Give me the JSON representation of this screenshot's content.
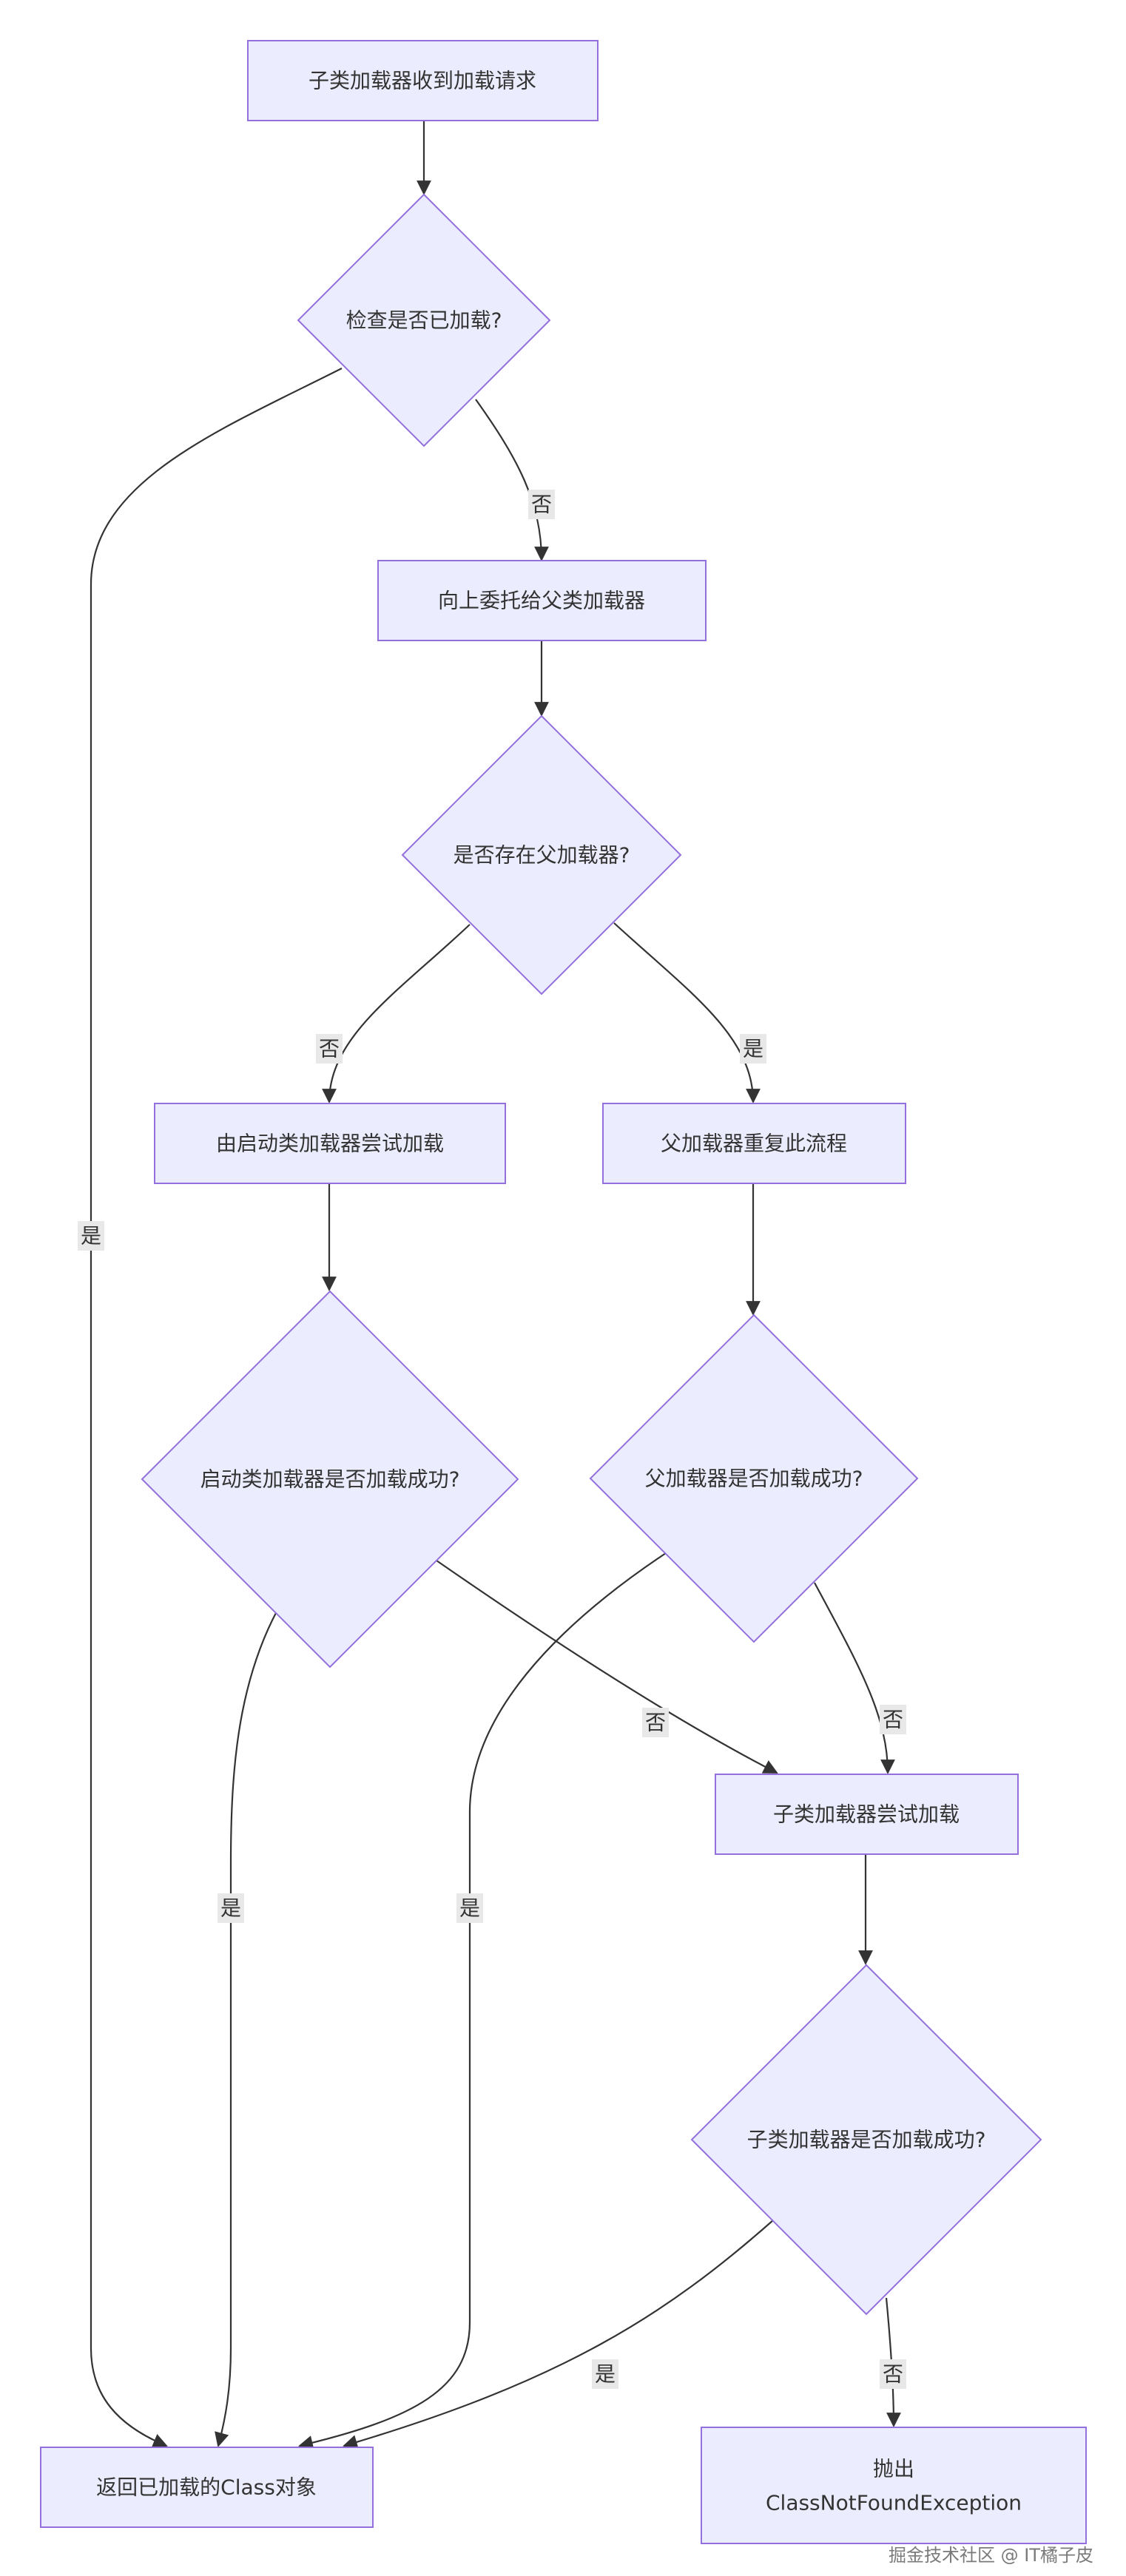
{
  "diagram": {
    "nodes": {
      "receive_request": "子类加载器收到加载请求",
      "check_loaded": "检查是否已加载?",
      "delegate_parent": "向上委托给父类加载器",
      "has_parent": "是否存在父加载器?",
      "bootstrap_try": "由启动类加载器尝试加载",
      "parent_repeat": "父加载器重复此流程",
      "bootstrap_success": "启动类加载器是否加载成功?",
      "parent_success": "父加载器是否加载成功?",
      "child_try": "子类加载器尝试加载",
      "child_success": "子类加载器是否加载成功?",
      "return_class": "返回已加载的Class对象",
      "throw_line1": "抛出",
      "throw_line2": "ClassNotFoundException"
    },
    "edge_labels": {
      "yes": "是",
      "no": "否"
    }
  },
  "watermark": "掘金技术社区 @ IT橘子皮",
  "colors": {
    "node_fill": "#ECECFF",
    "node_stroke": "#9370DB",
    "edge": "#333333",
    "label_bg": "#E8E8E8"
  }
}
